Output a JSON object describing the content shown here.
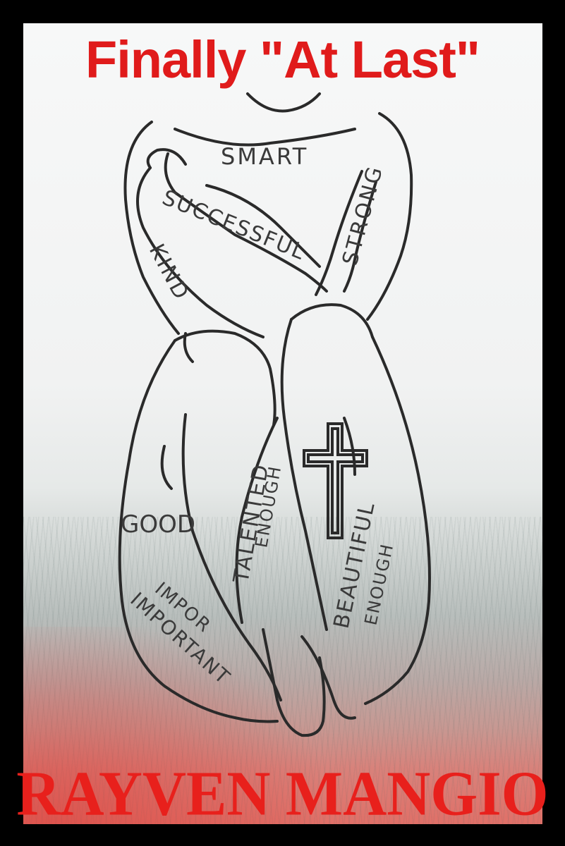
{
  "cover": {
    "title": "Finally \"At Last\"",
    "author": "RAYVEN MANGIO",
    "title_color": "#e01b1b",
    "author_color": "#e8201c",
    "border_color": "#000000"
  },
  "illustration": {
    "words": {
      "smart": "SMART",
      "strong": "STRONG",
      "successful": "SUCCESSFUL",
      "kind": "KIND",
      "good": "GOOD",
      "talented": "TALENTED",
      "talented_enough": "ENOUGH",
      "beautiful": "BEAUTIFUL",
      "beautiful_enough": "ENOUGH",
      "important": "IMPORTANT",
      "important_prefix": "IMPOR"
    }
  }
}
